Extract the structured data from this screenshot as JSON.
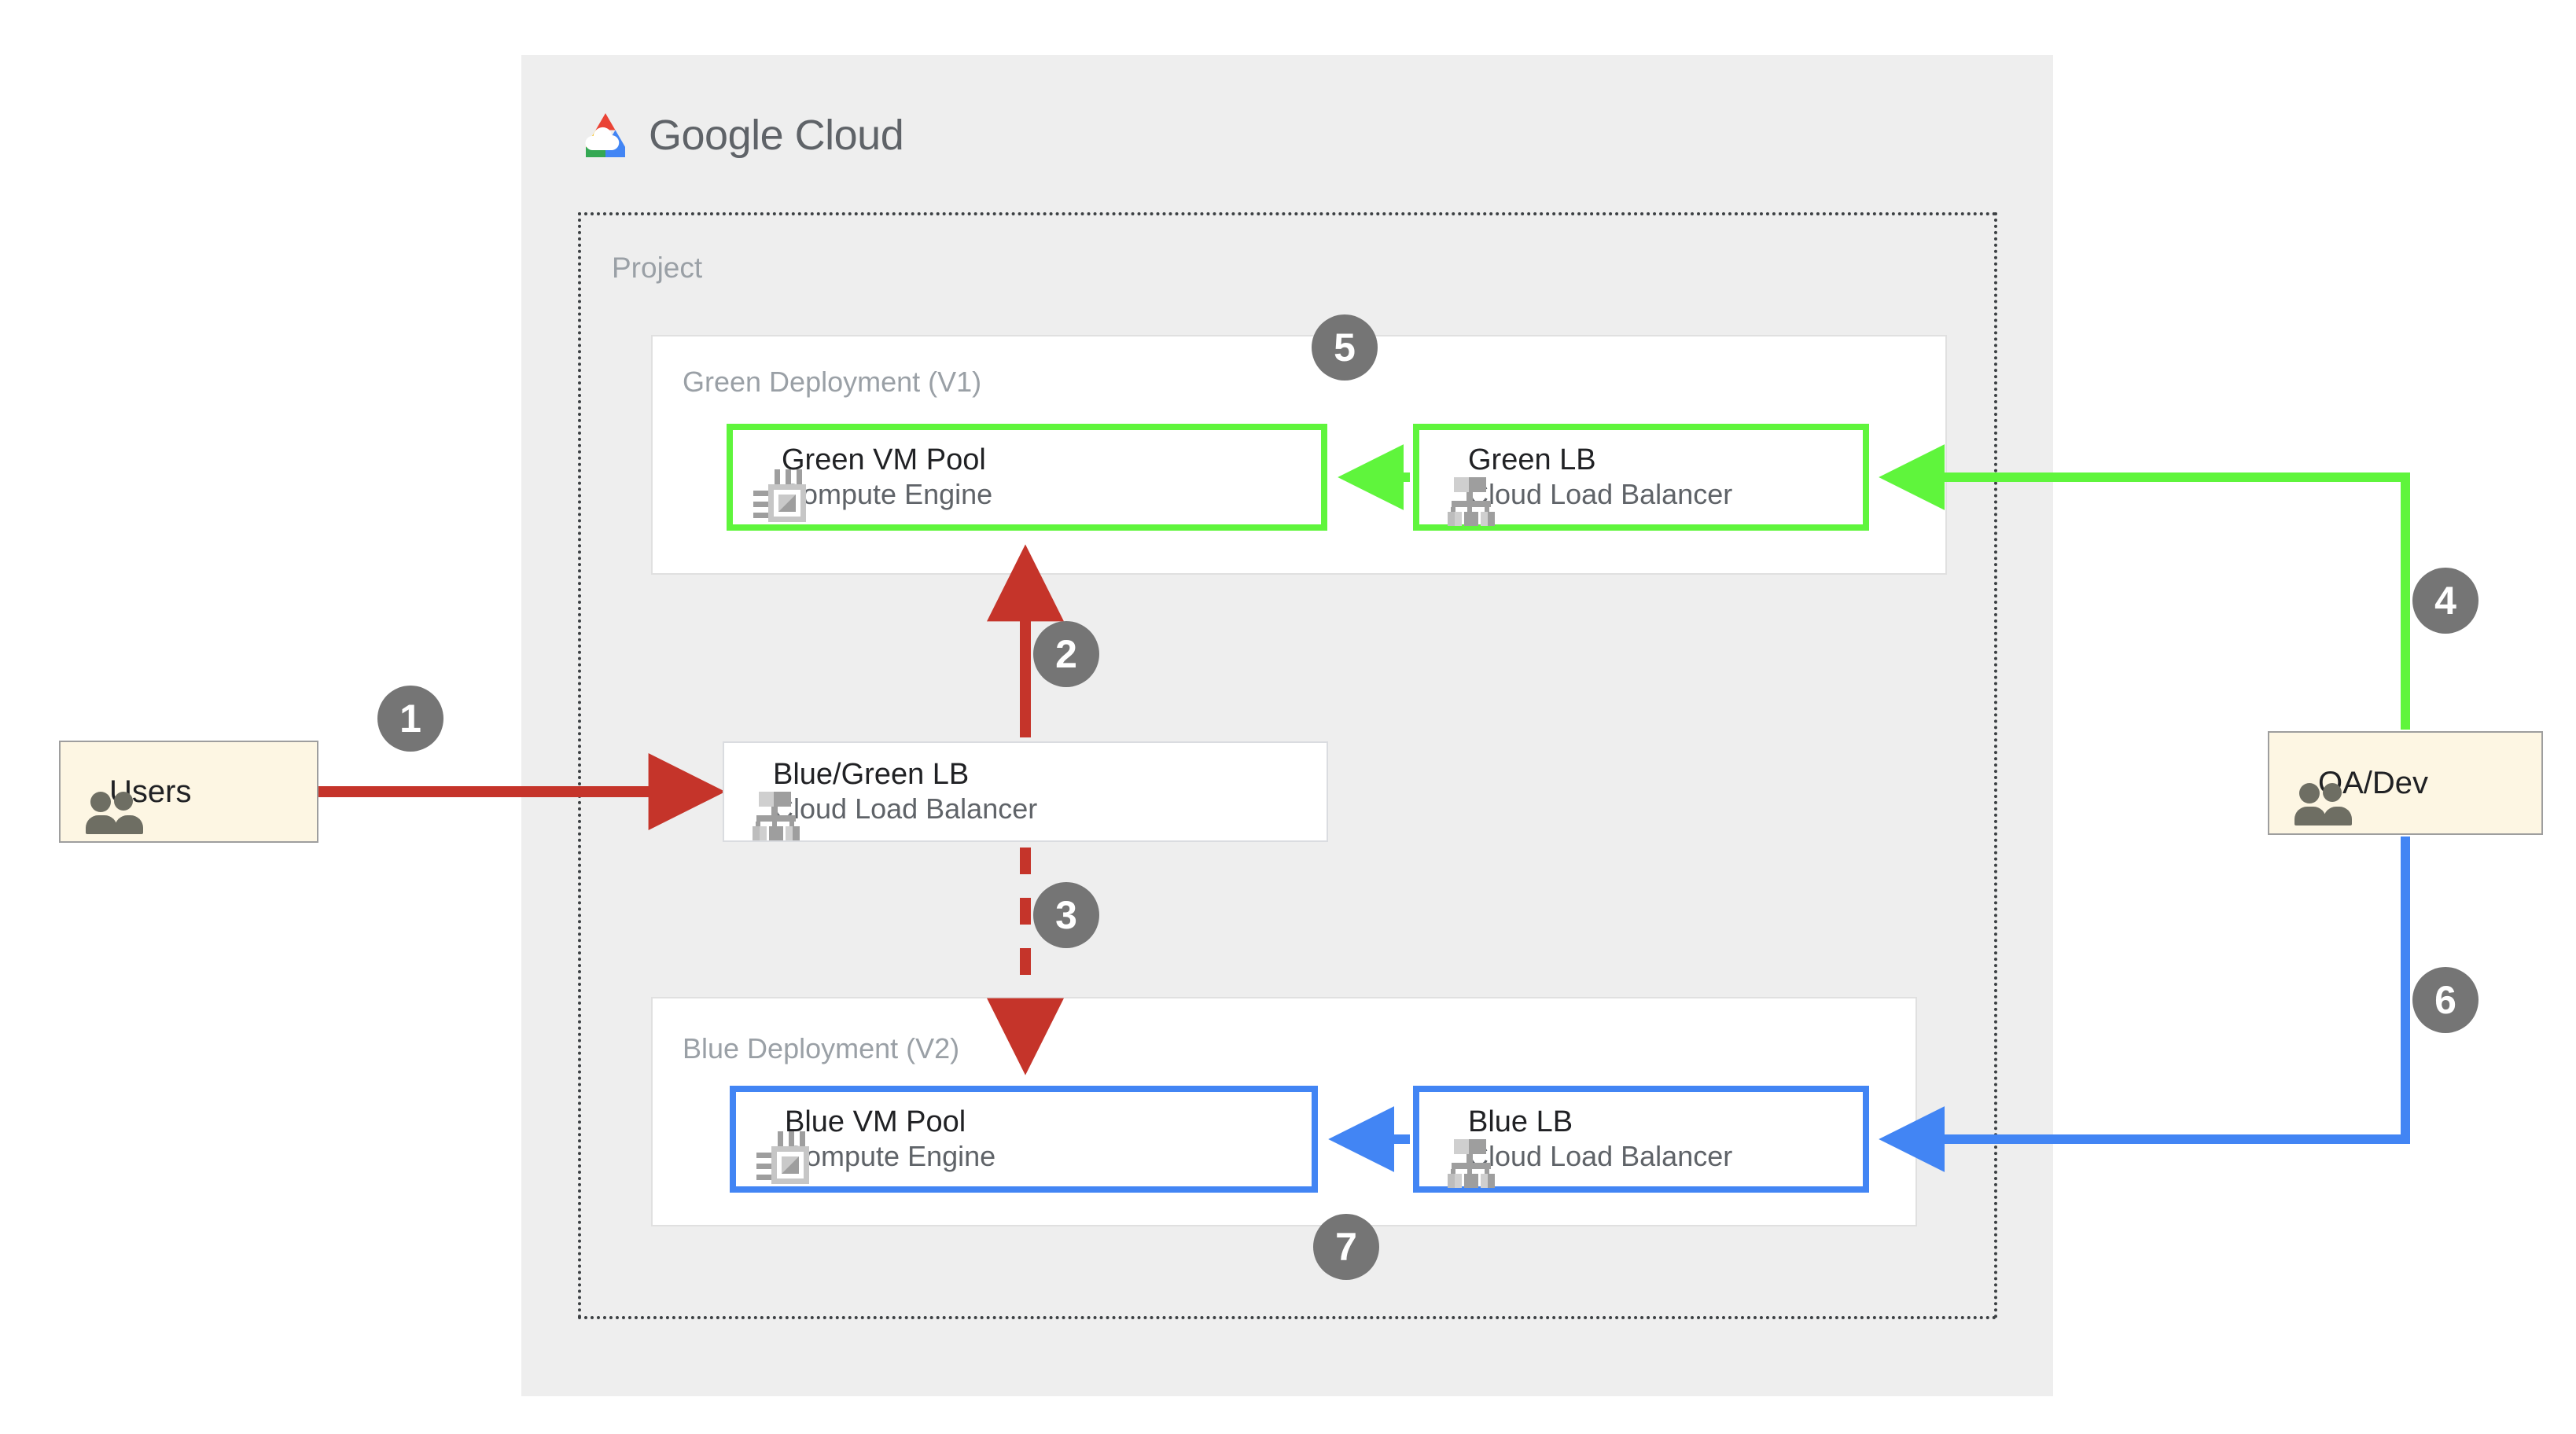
{
  "cloud": {
    "logo_name": "google-cloud-logo",
    "wordmark_bold": "Google",
    "wordmark_light": "Cloud",
    "colors": {
      "red": "#ea4335",
      "yellow": "#fbbc04",
      "green": "#34a853",
      "blue": "#4285f4"
    }
  },
  "project": {
    "label": "Project"
  },
  "deployments": [
    {
      "key": "green",
      "label": "Green Deployment (V1)",
      "accent": "#5ff53c"
    },
    {
      "key": "blue",
      "label": "Blue Deployment (V2)",
      "accent": "#4285f4"
    }
  ],
  "nodes": {
    "green_vm": {
      "title": "Green VM Pool",
      "subtitle": "Compute Engine",
      "icon": "compute-engine-chip-icon",
      "accent": "#5ff53c"
    },
    "green_lb": {
      "title": "Green LB",
      "subtitle": "Cloud Load Balancer",
      "icon": "cloud-load-balancer-icon",
      "accent": "#5ff53c"
    },
    "bluegreen_lb": {
      "title": "Blue/Green LB",
      "subtitle": "Cloud Load Balancer",
      "icon": "cloud-load-balancer-icon",
      "accent": "#dadce0"
    },
    "blue_vm": {
      "title": "Blue VM Pool",
      "subtitle": "Compute Engine",
      "icon": "compute-engine-chip-icon",
      "accent": "#4285f4"
    },
    "blue_lb": {
      "title": "Blue LB",
      "subtitle": "Cloud Load Balancer",
      "icon": "cloud-load-balancer-icon",
      "accent": "#4285f4"
    }
  },
  "actors": {
    "users": {
      "label": "Users",
      "icon": "people-icon",
      "fill": "#fdf6e3"
    },
    "qa_dev": {
      "label": "QA/Dev",
      "icon": "people-icon",
      "fill": "#fdf6e3"
    }
  },
  "steps": [
    {
      "n": "1",
      "from": "Users",
      "to": "Blue/Green LB",
      "color": "#c5342a",
      "style": "solid"
    },
    {
      "n": "2",
      "from": "Blue/Green LB",
      "to": "Green VM Pool",
      "color": "#c5342a",
      "style": "solid"
    },
    {
      "n": "3",
      "from": "Blue/Green LB",
      "to": "Blue VM Pool",
      "color": "#c5342a",
      "style": "dashed"
    },
    {
      "n": "4",
      "from": "QA/Dev",
      "to": "Green LB",
      "color": "#5ff53c",
      "style": "solid"
    },
    {
      "n": "5",
      "from": "",
      "to": "Green Deployment (V1)",
      "color": "#757575",
      "style": "marker"
    },
    {
      "n": "6",
      "from": "QA/Dev",
      "to": "Blue LB",
      "color": "#4285f4",
      "style": "solid"
    },
    {
      "n": "7",
      "from": "",
      "to": "Blue Deployment (V2)",
      "color": "#757575",
      "style": "marker"
    }
  ],
  "palette": {
    "panel_bg": "#eeeeee",
    "badge_bg": "#757575",
    "red_arrow": "#c5342a",
    "green_arrow": "#5ff53c",
    "blue_arrow": "#4285f4",
    "muted_text": "#9aa0a6",
    "body_text": "#202124",
    "sub_text": "#5f6368"
  }
}
